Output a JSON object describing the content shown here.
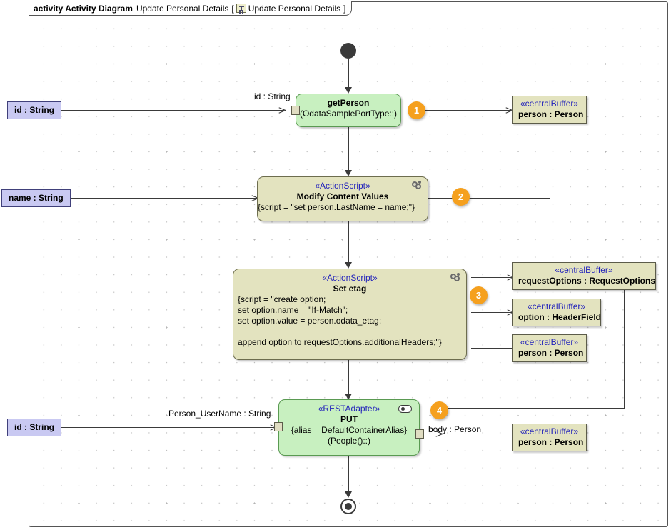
{
  "frame": {
    "keyword": "activity Activity Diagram",
    "name": "Update Personal Details",
    "bracket_open": "[",
    "icon": "activity-diagram-icon",
    "bracket_name": "Update Personal Details",
    "bracket_close": "]"
  },
  "colors": {
    "action_fill": "#c8f0c0",
    "script_fill": "#e3e3bf",
    "buffer_fill": "#e3e3bf",
    "parameter_fill": "#c9c9f2",
    "badge": "#f5a01e",
    "stereotype_text": "#2222bb",
    "line": "#3a3a3a"
  },
  "nodes": {
    "initial": {
      "name": "initial-node"
    },
    "final": {
      "name": "final-node"
    },
    "get_person": {
      "name": "getPerson",
      "sub": "(OdataSamplePortType::)"
    },
    "modify_content": {
      "stereotype": "«ActionScript»",
      "name": "Modify Content Values",
      "script": "{script = \"set person.LastName = name;\"}"
    },
    "set_etag": {
      "stereotype": "«ActionScript»",
      "name": "Set etag",
      "script_line1": "{script = \"create option;",
      "script_line2": "set option.name = \"If-Match\";",
      "script_line3": "set option.value = person.odata_etag;",
      "script_line4": "",
      "script_line5": "append option to requestOptions.additionalHeaders;\"}"
    },
    "put": {
      "stereotype": "«RESTAdapter»",
      "name": "PUT",
      "alias": "{alias = DefaultContainerAlias}",
      "sub": "(People()::)"
    }
  },
  "buffers": {
    "person_top": {
      "stereotype": "«centralBuffer»",
      "label": "person : Person"
    },
    "request_options": {
      "stereotype": "«centralBuffer»",
      "label": "requestOptions : RequestOptions"
    },
    "option_header": {
      "stereotype": "«centralBuffer»",
      "label": "option : HeaderField"
    },
    "person_mid": {
      "stereotype": "«centralBuffer»",
      "label": "person : Person"
    },
    "person_bottom": {
      "stereotype": "«centralBuffer»",
      "label": "person : Person"
    }
  },
  "parameters": {
    "id_top": "id : String",
    "name_mid": "name : String",
    "id_bottom": "id : String"
  },
  "edge_labels": {
    "id_string_get_person": "id : String",
    "person_username": "Person_UserName : String",
    "body_person": "body : Person"
  },
  "badges": {
    "one": "1",
    "two": "2",
    "three": "3",
    "four": "4"
  }
}
